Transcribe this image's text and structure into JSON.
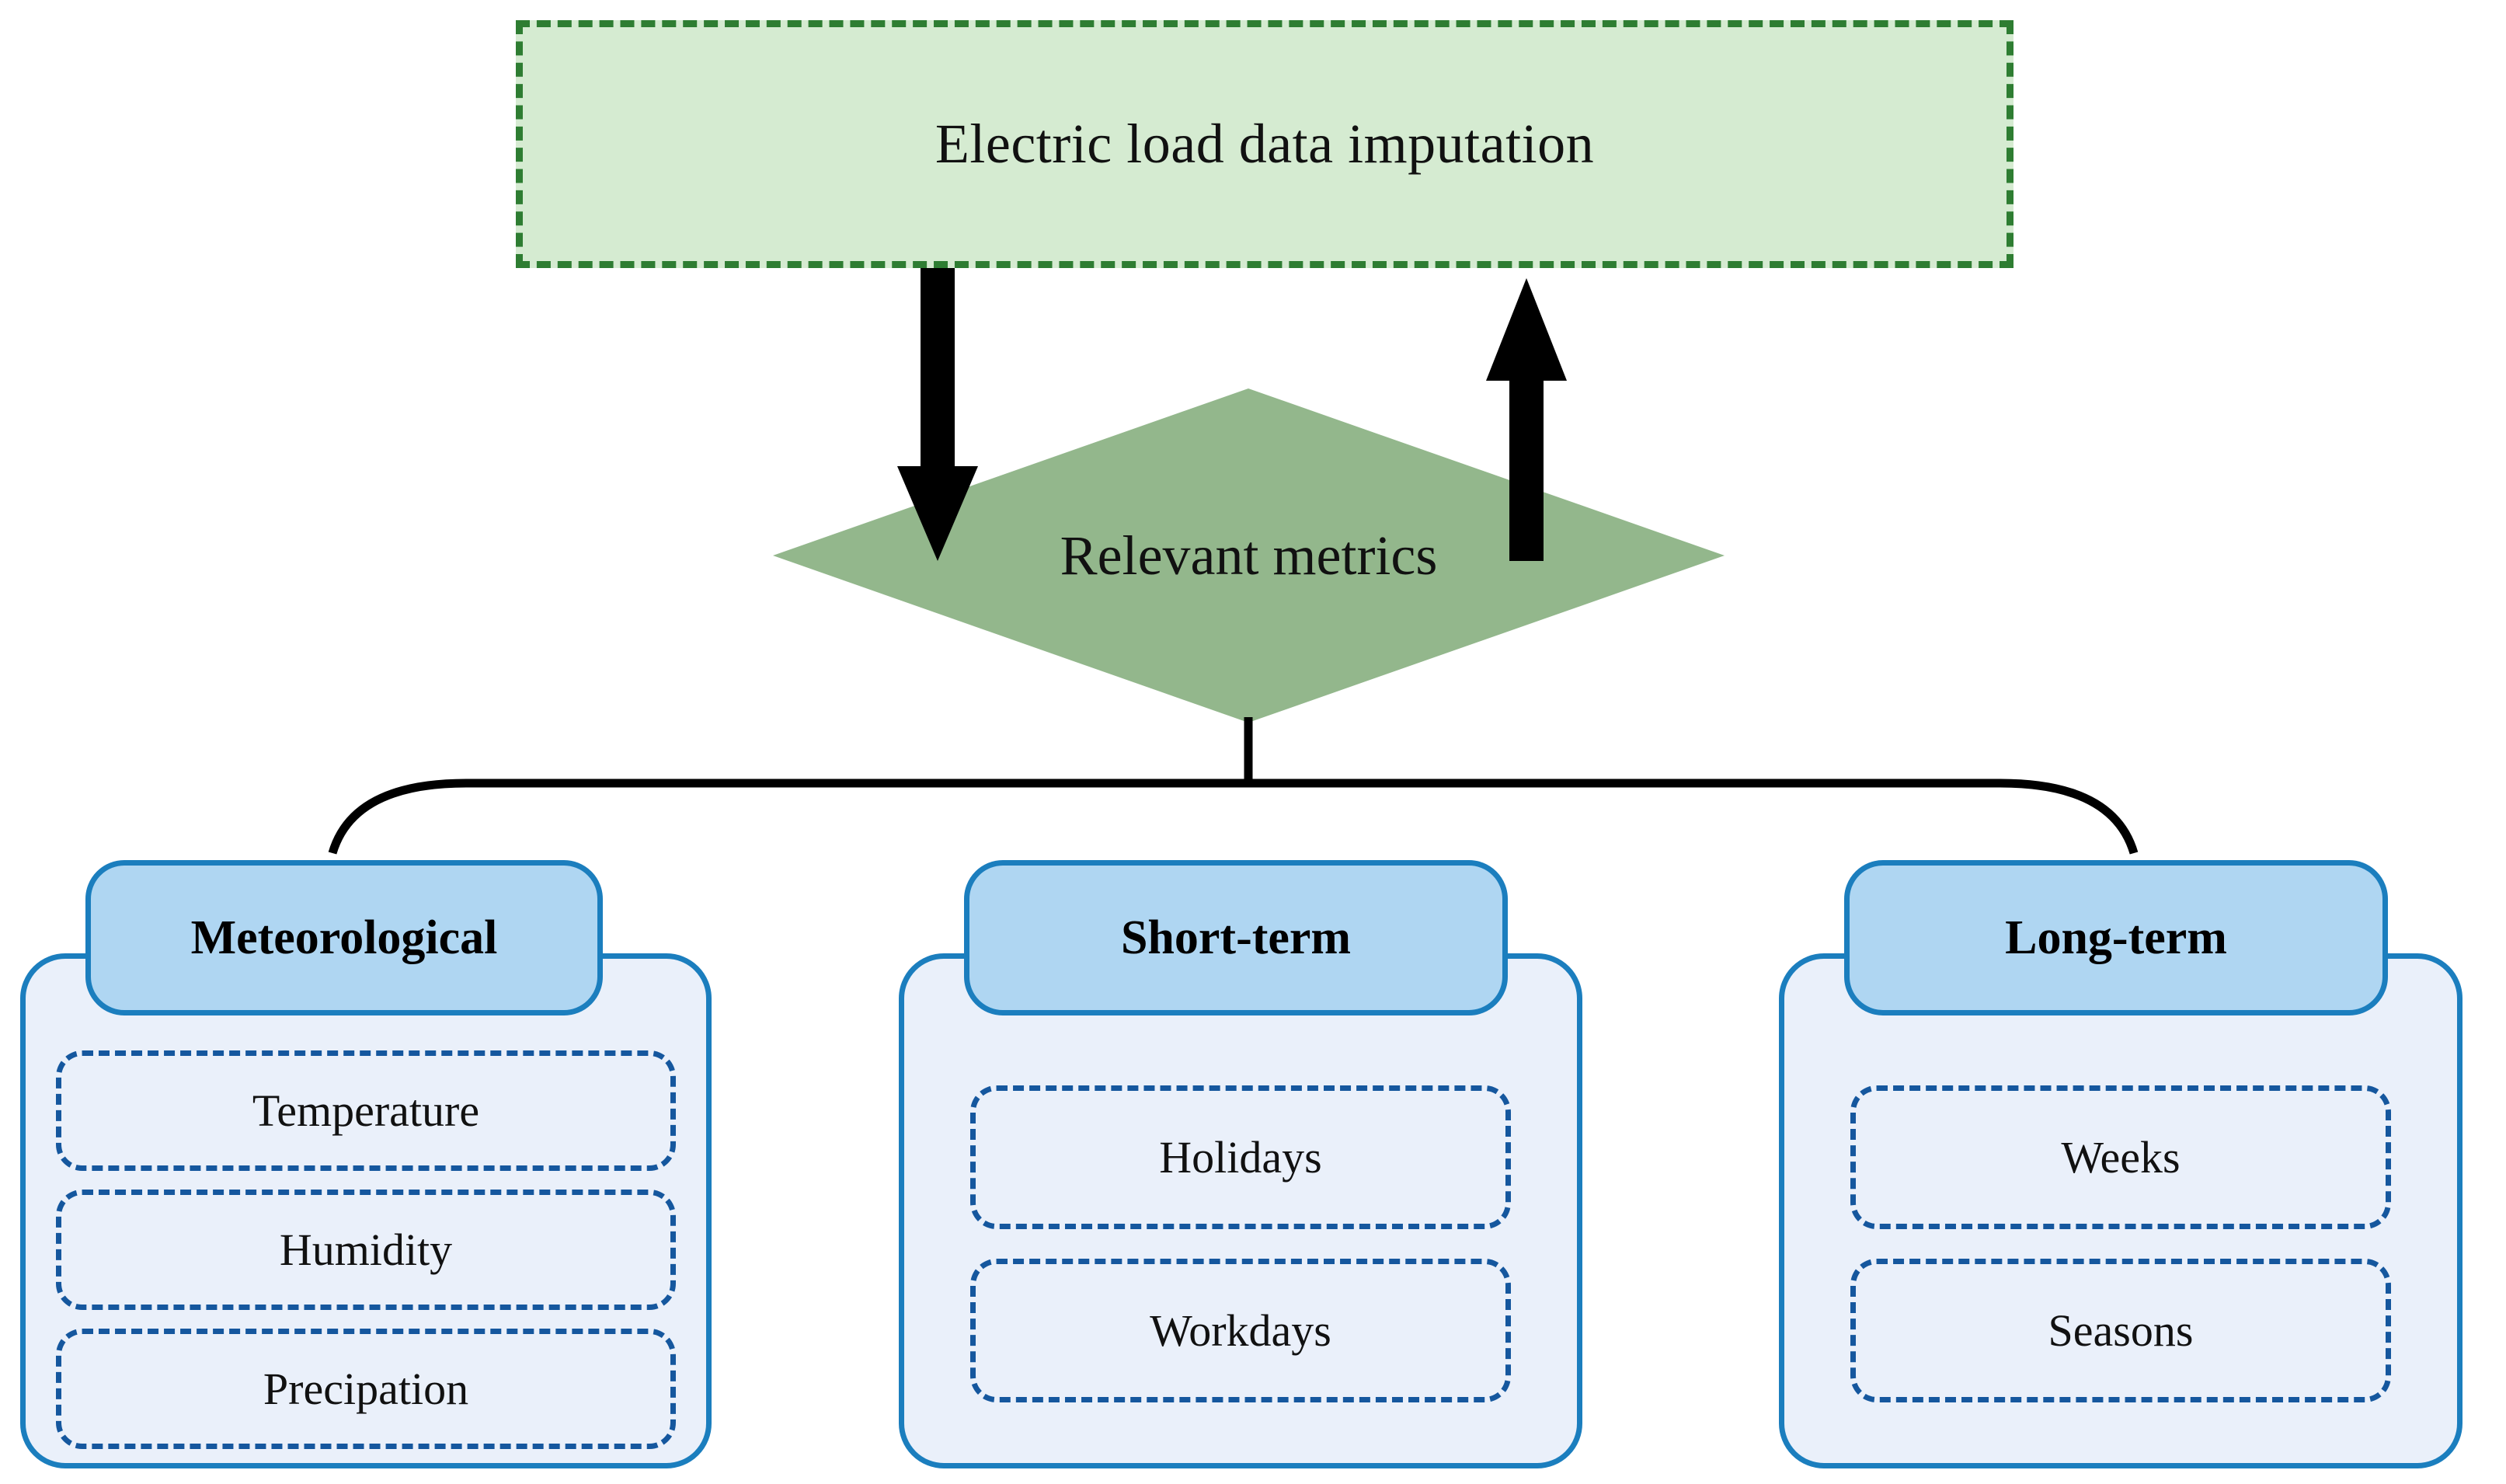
{
  "diagram": {
    "top_box": {
      "label": "Electric load data imputation"
    },
    "decision": {
      "label": "Relevant metrics"
    },
    "groups": [
      {
        "id": "meteorological",
        "title": "Meteorological",
        "items": [
          "Temperature",
          "Humidity",
          "Precipation"
        ]
      },
      {
        "id": "short-term",
        "title": "Short-term",
        "items": [
          "Holidays",
          "Workdays"
        ]
      },
      {
        "id": "long-term",
        "title": "Long-term",
        "items": [
          "Weeks",
          "Seasons"
        ]
      }
    ],
    "connectors": [
      {
        "name": "down-arrow",
        "from": "top_box",
        "to": "decision",
        "direction": "down"
      },
      {
        "name": "up-arrow",
        "from": "decision",
        "to": "top_box",
        "direction": "up"
      },
      {
        "name": "branch-bus",
        "from": "decision",
        "to": "groups"
      }
    ],
    "colors": {
      "green_fill": "#D5EBD1",
      "green_border": "#2E7D32",
      "diamond_fill": "#93B78C",
      "card_fill": "#EAF0FA",
      "card_border": "#1B7EBE",
      "header_fill": "#AFD6F2",
      "chip_border": "#15579E",
      "arrow": "#000000"
    }
  }
}
